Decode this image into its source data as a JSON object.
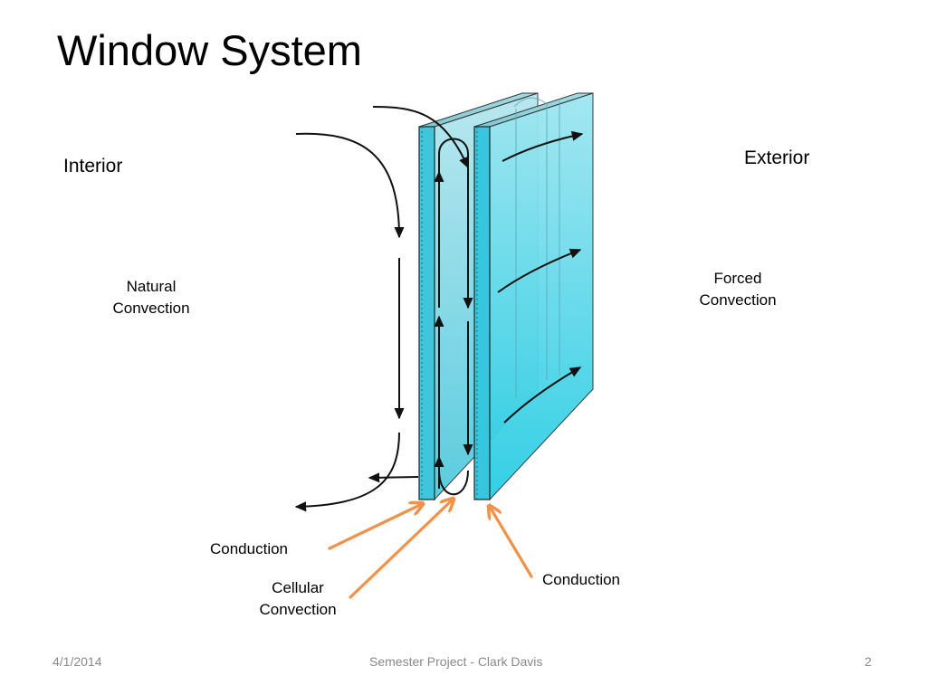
{
  "slide": {
    "title": "Window System",
    "labels": {
      "interior": "Interior",
      "exterior": "Exterior",
      "natural_convection_line1": "Natural",
      "natural_convection_line2": "Convection",
      "forced_convection_line1": "Forced",
      "forced_convection_line2": "Convection",
      "conduction_left": "Conduction",
      "cellular_convection_line1": "Cellular",
      "cellular_convection_line2": "Convection",
      "conduction_right": "Conduction"
    },
    "footer": {
      "date": "4/1/2014",
      "center": "Semester Project - Clark Davis",
      "page_number": "2"
    }
  },
  "colors": {
    "glass_light": "#a9e9f2",
    "glass_dark": "#2bc9e0",
    "glass_edge": "#38c7dd",
    "glass_top": "#8fd3dc",
    "arrow_black": "#111111",
    "arrow_orange": "#f0924a",
    "footer_gray": "#8a8a8a"
  }
}
